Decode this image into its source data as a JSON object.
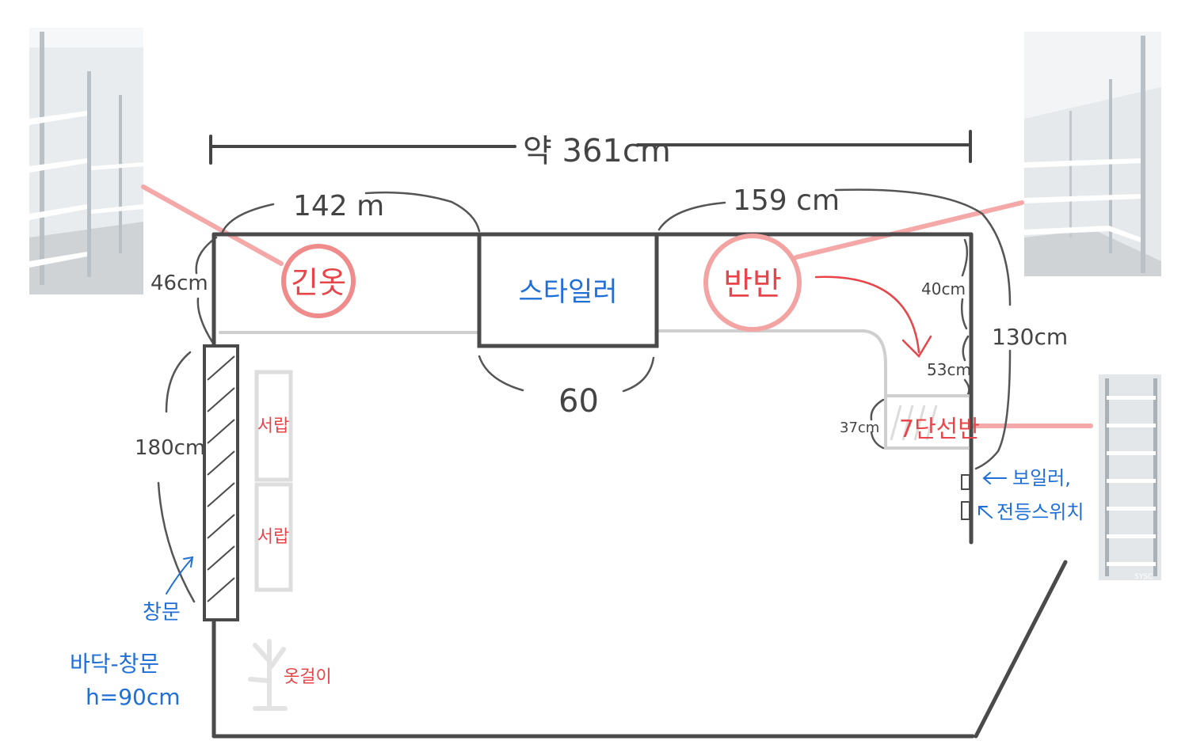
{
  "colors": {
    "wall": "#4a4a4a",
    "shelf_line": "#cfcfcf",
    "pink_line": "#f4a8a8",
    "red_circle": "#f08b8b",
    "red_text": "#e8454a",
    "blue_text": "#1f6fd6",
    "drawer": "#dddddd"
  },
  "dimensions": {
    "total_width": "약 361cm",
    "left_span": "142 m",
    "right_span": "159 cm",
    "left_depth": "46cm",
    "styler_width": "60",
    "right_depth": "40cm",
    "right_mid": "53cm",
    "right_total": "130cm",
    "shelf_depth": "37cm",
    "window_length": "180cm"
  },
  "labels": {
    "long_clothes": "긴옷",
    "styler": "스타일러",
    "half_half": "반반",
    "shelf_7": "7단선반",
    "drawer_1": "서랍",
    "drawer_2": "서랍",
    "hanger": "옷걸이",
    "window": "창문",
    "window_height_line1": "바닥-창문",
    "window_height_line2": "h=90cm",
    "boiler_line1": "보일러,",
    "boiler_line2": "전등스위치"
  },
  "photos": {
    "left": "closet-photo-long-clothes",
    "right": "closet-photo-corner",
    "shelf": "closet-photo-7-shelf",
    "shelf_watermark": "SYSC"
  }
}
